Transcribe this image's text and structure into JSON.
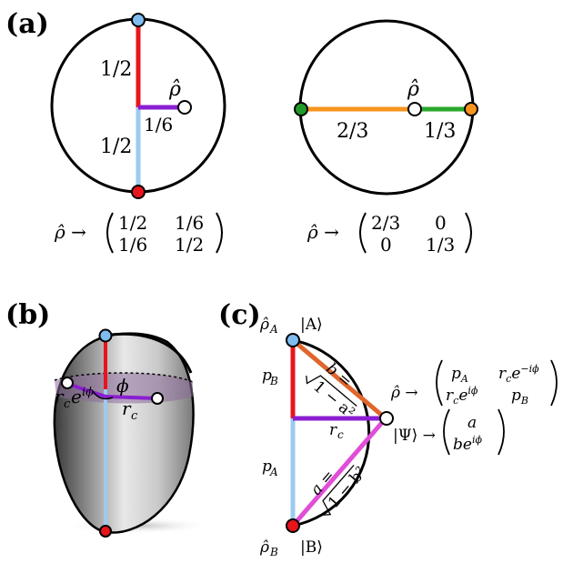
{
  "panels": {
    "a": "(a)",
    "b": "(b)",
    "c": "(c)"
  },
  "panel_a": {
    "left": {
      "state_label": "ρ̂",
      "top_segment": "1/2",
      "bottom_segment": "1/2",
      "offset_segment": "1/6",
      "matrix_lhs": "ρ̂ →",
      "matrix": [
        [
          "1/2",
          "1/6"
        ],
        [
          "1/6",
          "1/2"
        ]
      ]
    },
    "right": {
      "state_label": "ρ̂",
      "left_segment": "2/3",
      "right_segment": "1/3",
      "matrix_lhs": "ρ̂ →",
      "matrix": [
        [
          "2/3",
          "0"
        ],
        [
          "0",
          "1/3"
        ]
      ]
    }
  },
  "panel_b": {
    "angle_label": "ϕ",
    "left_radius_label": "r_c e^{iϕ}",
    "left_radius_text_main": "r",
    "left_radius_text_sub": "c",
    "left_radius_text_exp": "e",
    "left_radius_text_exp_sup": "iϕ",
    "right_radius_text_main": "r",
    "right_radius_text_sub": "c"
  },
  "panel_c": {
    "top_state": "ρ̂",
    "top_state_sub": "A",
    "top_ket": "|A⟩",
    "bottom_state": "ρ̂",
    "bottom_state_sub": "B",
    "bottom_ket": "|B⟩",
    "p_top": "p",
    "p_top_sub": "B",
    "p_bottom": "p",
    "p_bottom_sub": "A",
    "rc_main": "r",
    "rc_sub": "c",
    "b_label": "b =",
    "b_sqrt": "1 − a²",
    "a_label": "a =",
    "a_sqrt": "1 − b²",
    "rho_lhs": "ρ̂ →",
    "rho_matrix": [
      [
        "p_A",
        "r_c e^{−iϕ}"
      ],
      [
        "r_c e^{iϕ}",
        "p_B"
      ]
    ],
    "psi_lhs": "|Ψ⟩ →",
    "psi_vector": [
      "a",
      "be^{iϕ}"
    ]
  },
  "colors": {
    "red": "#e8141c",
    "light_blue": "#9ccbef",
    "purple": "#8a1ed1",
    "orange": "#f7941e",
    "green": "#2aa82a",
    "dark_orange": "#e0662c",
    "magenta": "#e04ed8",
    "blue_dot": "#7fbdf0",
    "green_dot": "#209a2a"
  }
}
